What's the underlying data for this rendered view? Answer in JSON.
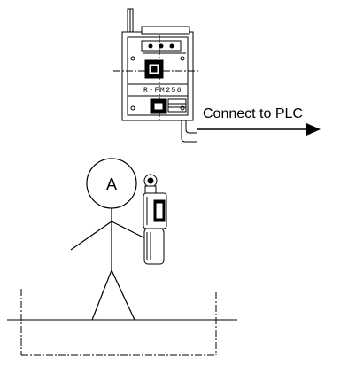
{
  "device": {
    "model_label": "R-FM256",
    "connection_label": "Connect to PLC"
  },
  "operator": {
    "label": "A"
  },
  "colors": {
    "line": "#000000",
    "background": "#ffffff"
  }
}
